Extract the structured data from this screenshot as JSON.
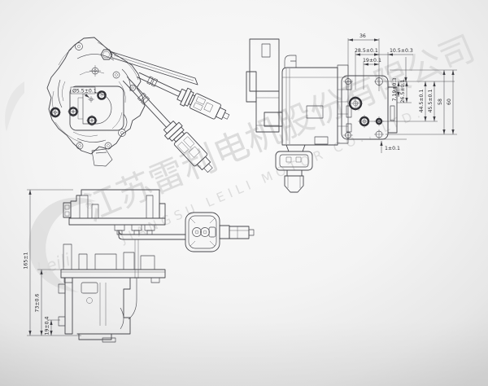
{
  "drawing": {
    "iso_view": {
      "hole_diameter_label": "Ø5.5±0.1"
    },
    "side_view": {
      "dim_width": "36",
      "dim_28_5": "28.5±0.1",
      "dim_10_5": "10.5±0.3",
      "dim_19": "19±0.1",
      "dim_7_19": "7.19±0.3",
      "dim_26_5": "26.5±0.1",
      "dim_44_5": "44.5±0.1",
      "dim_45_5": "45.5±0.1",
      "dim_58": "58",
      "dim_60": "60",
      "dim_1": "1±0.1"
    },
    "front_view": {
      "dim_165": "165±1",
      "dim_73": "73±0.6",
      "dim_19": "19±0.4"
    },
    "watermark": {
      "company_cn": "江苏雷利电机股份有限公司",
      "company_en": "JIANGSU LEILI MOTOR CO., LTD.",
      "registered": "®",
      "logo_script": "Leili"
    }
  }
}
